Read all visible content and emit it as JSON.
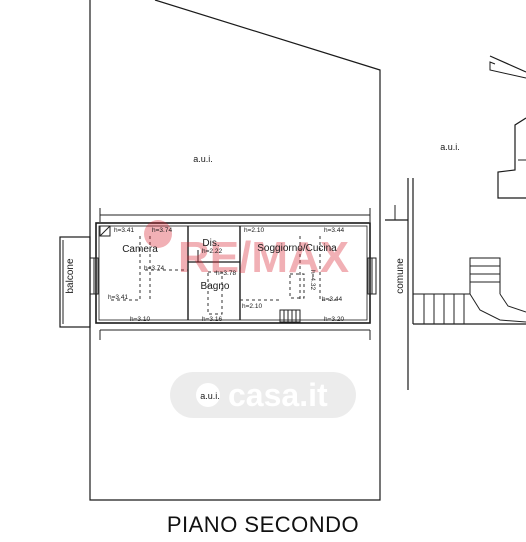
{
  "title": "PIANO SECONDO",
  "areas": {
    "aui_top": "a.u.i.",
    "aui_right": "a.u.i.",
    "aui_bottom": "a.u.i."
  },
  "rooms": {
    "camera": "Camera",
    "dis": "Dis.",
    "bagno": "Bagno",
    "soggiorno": "Soggiorno/Cucina",
    "balcone": "balcone",
    "comune": "comune"
  },
  "heights": {
    "h341_top": "h=3.41",
    "h374_top": "h=3.74",
    "h210_top": "h=2.10",
    "h344_top": "h=3.44",
    "h222": "h=2.22",
    "h374_mid": "h=3.74",
    "h378": "h=3.78",
    "h432": "h=4.32",
    "h341_bot": "h=3.41",
    "h210_bot": "h=2.10",
    "h344_bot": "h=3.44",
    "h310": "h=3.10",
    "h316": "h=3.16",
    "h320": "h=3.20"
  },
  "watermarks": {
    "remax": "RE/MAX",
    "casa": "casa.it"
  },
  "colors": {
    "line": "#1a1a1a",
    "remax_red": "#d9202e",
    "remax_blue": "#1a4b9b"
  }
}
